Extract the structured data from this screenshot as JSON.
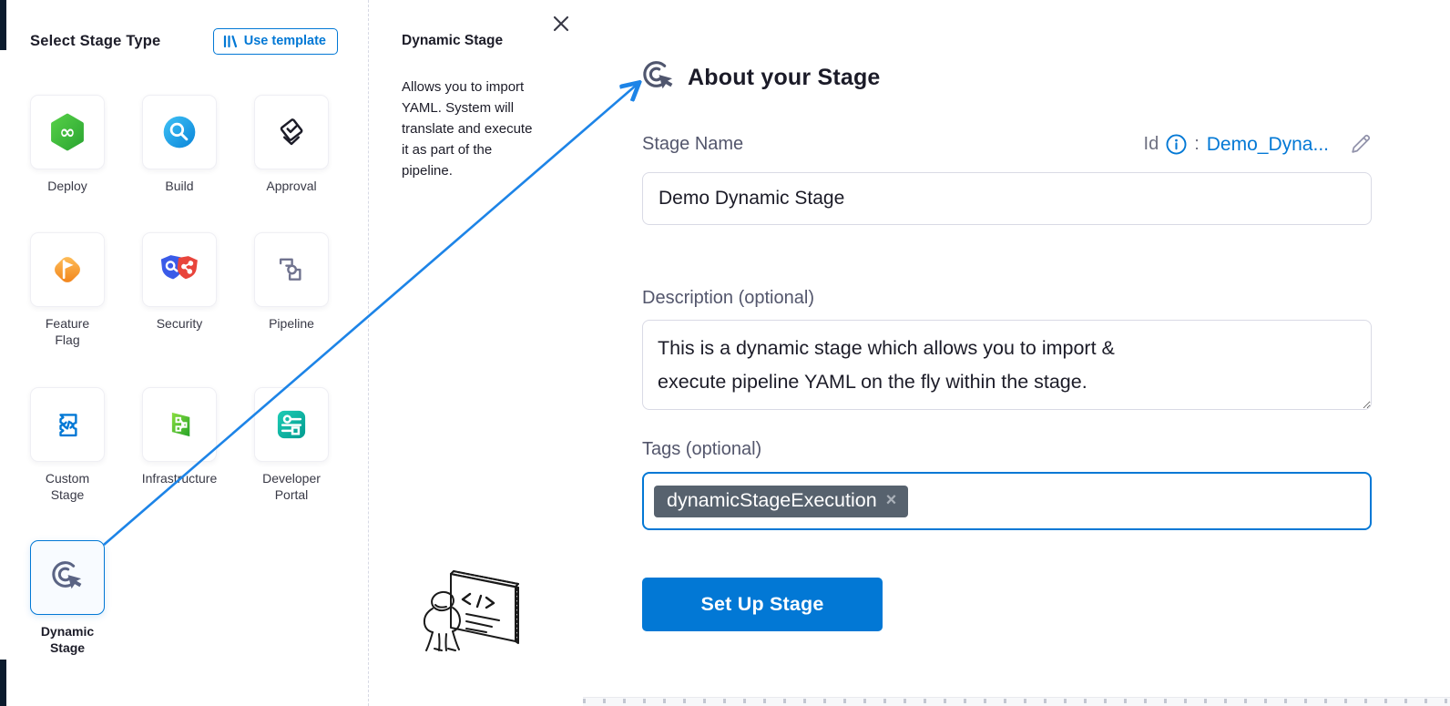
{
  "stage_panel": {
    "title": "Select Stage Type",
    "use_template_label": "Use template",
    "cards": [
      {
        "id": "deploy",
        "label": "Deploy"
      },
      {
        "id": "build",
        "label": "Build"
      },
      {
        "id": "approval",
        "label": "Approval"
      },
      {
        "id": "feature-flag",
        "label": "Feature\nFlag"
      },
      {
        "id": "security",
        "label": "Security"
      },
      {
        "id": "pipeline",
        "label": "Pipeline"
      },
      {
        "id": "custom-stage",
        "label": "Custom\nStage"
      },
      {
        "id": "infrastructure",
        "label": "Infrastructure"
      },
      {
        "id": "developer-portal",
        "label": "Developer\nPortal"
      }
    ],
    "selected_card": {
      "id": "dynamic-stage",
      "label": "Dynamic\nStage"
    }
  },
  "info_panel": {
    "title": "Dynamic Stage",
    "description": "Allows you to import\nYAML. System will\ntranslate and execute\nit as part of the\npipeline."
  },
  "about_panel": {
    "title": "About your Stage",
    "stage_name_label": "Stage Name",
    "id_label": "Id",
    "id_colon": ":",
    "id_value": "Demo_Dyna...",
    "stage_name_value": "Demo Dynamic Stage",
    "description_label": "Description (optional)",
    "description_value": "This is a dynamic stage which allows you to import &\nexecute pipeline YAML on the fly within the stage.",
    "tags_label": "Tags (optional)",
    "tag_chip_label": "dynamicStageExecution",
    "tag_remove_glyph": "×",
    "setup_button_label": "Set Up Stage"
  },
  "colors": {
    "accent_blue": "#0278d5",
    "arrow_blue": "#1d84e7",
    "heading_dark": "#1b1b28",
    "label_gray": "#53566c",
    "chip_bg": "#57626e",
    "deploy_green": "#3fbf3f",
    "build_blue": "#21a7e8",
    "flag_orange": "#f68d1f",
    "portal_teal": "#06a59a"
  }
}
